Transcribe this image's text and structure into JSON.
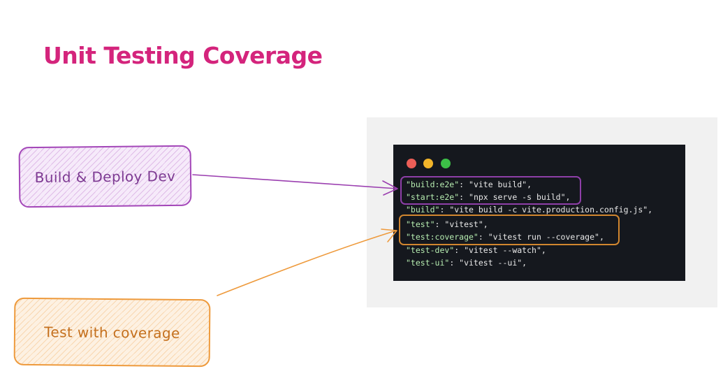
{
  "title": "Unit Testing Coverage",
  "diagram": {
    "build_box_label": "Build & Deploy Dev",
    "test_box_label": "Test with coverage"
  },
  "terminal": {
    "lines": [
      {
        "key": "\"build:e2e\"",
        "value": ": \"vite build\","
      },
      {
        "key": "\"start:e2e\"",
        "value": ": \"npx serve -s build\","
      },
      {
        "key": "\"build\"",
        "value": ": \"vite build -c vite.production.config.js\","
      },
      {
        "key": "\"test\"",
        "value": ": \"vitest\","
      },
      {
        "key": "\"test:coverage\"",
        "value": ": \"vitest run --coverage\","
      },
      {
        "key": "\"test-dev\"",
        "value": ": \"vitest --watch\","
      },
      {
        "key": "\"test-ui\"",
        "value": ": \"vitest --ui\","
      }
    ]
  },
  "colors": {
    "title": "#d4247c",
    "build_accent": "#a346b8",
    "test_accent": "#ee9a3c",
    "terminal_bg": "#15181e",
    "code_key": "#b6ecb0",
    "code_text": "#e8e8e8"
  }
}
